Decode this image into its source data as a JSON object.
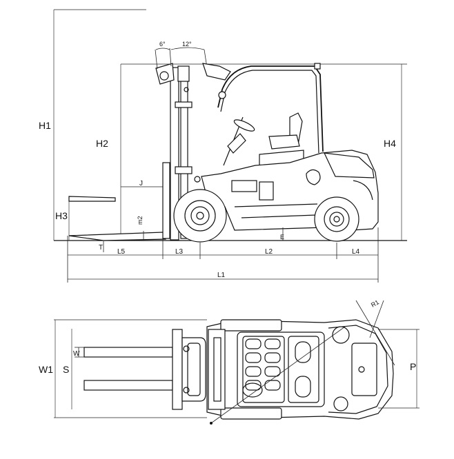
{
  "side_view": {
    "labels": {
      "h1": "H1",
      "h2": "H2",
      "h3": "H3",
      "h4": "H4",
      "l1": "L1",
      "l2": "L2",
      "l3": "L3",
      "l4": "L4",
      "l5": "L5",
      "t": "T",
      "j": "J",
      "e": "E",
      "m2": "m2",
      "tilt_fwd": "6°",
      "tilt_back": "12°"
    }
  },
  "top_view": {
    "labels": {
      "w1": "W1",
      "s": "S",
      "w": "W",
      "p": "P",
      "r1": "R1"
    }
  }
}
